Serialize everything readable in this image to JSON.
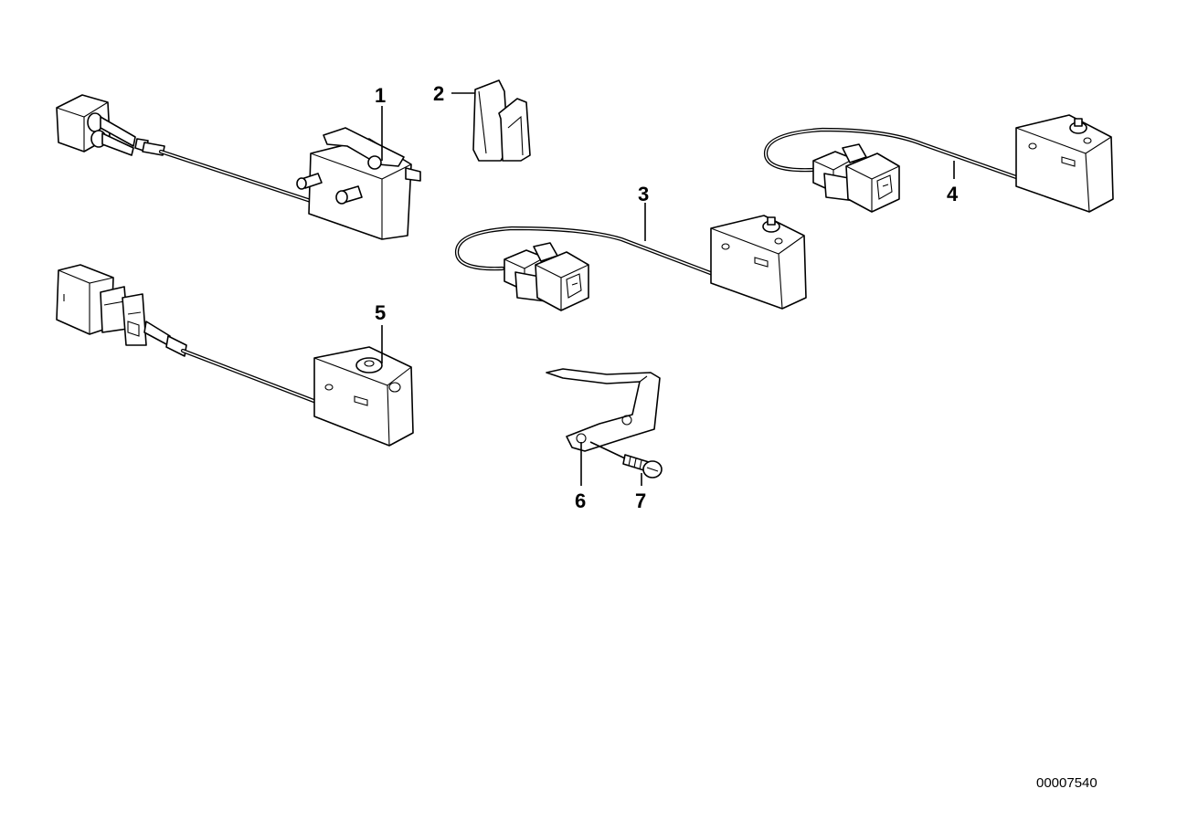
{
  "diagram": {
    "callouts": [
      {
        "id": "1",
        "label": "1"
      },
      {
        "id": "2",
        "label": "2"
      },
      {
        "id": "3",
        "label": "3"
      },
      {
        "id": "4",
        "label": "4"
      },
      {
        "id": "5",
        "label": "5"
      },
      {
        "id": "6",
        "label": "6"
      },
      {
        "id": "7",
        "label": "7"
      }
    ],
    "reference_number": "00007540"
  }
}
